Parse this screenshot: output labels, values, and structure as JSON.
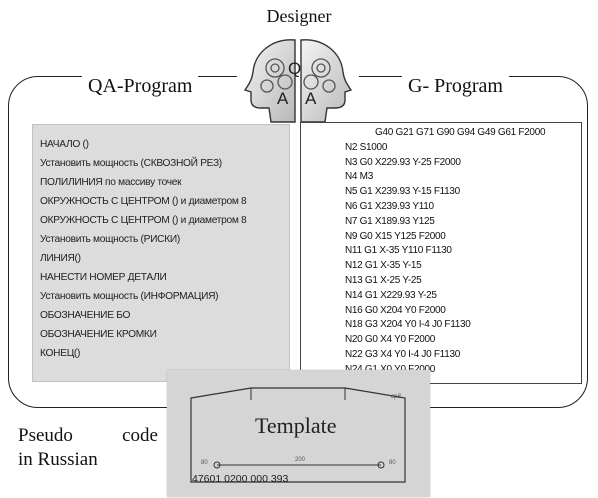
{
  "designer": {
    "title": "Designer",
    "head_letters": [
      "Q",
      "A",
      "A"
    ]
  },
  "qa_program": {
    "label": "QA-Program",
    "lines": [
      "НАЧАЛО ()",
      "Установить мощность (СКВОЗНОЙ РЕЗ)",
      "ПОЛИЛИНИЯ по массиву точек",
      "ОКРУЖНОСТЬ  С ЦЕНТРОМ () и диаметром 8",
      "ОКРУЖНОСТЬ  С ЦЕНТРОМ () и диаметром 8",
      "Установить мощность (РИСКИ)",
      "ЛИНИЯ()",
      "НАНЕСТИ НОМЕР ДЕТАЛИ",
      "Установить мощность (ИНФОРМАЦИЯ)",
      "ОБОЗНАЧЕНИЕ БО",
      "ОБОЗНАЧЕНИЕ  КРОМКИ",
      "КОНЕЦ()"
    ]
  },
  "g_program": {
    "label": "G- Program",
    "lines": [
      "G40 G21 G71 G90 G94 G49 G61 F2000",
      "N2 S1000",
      "N3 G0 X229.93 Y-25 F2000",
      "N4 M3",
      "N5 G1 X239.93 Y-15 F1130",
      "N6 G1 X239.93 Y110",
      "N7 G1 X189.93 Y125",
      "N9 G0 X15 Y125 F2000",
      "N11 G1 X-35 Y110 F1130",
      "N12 G1 X-35 Y-15",
      "N13 G1 X-25 Y-25",
      "N14 G1 X229.93 Y-25",
      "N16 G0 X204 Y0 F2000",
      "N18 G3 X204 Y0 I-4 J0 F1130",
      "N20 G0 X4 Y0 F2000",
      "N22 G3 X4 Y0 I-4 J0 F1130",
      "N24 G1 X0 Y0 F2000"
    ]
  },
  "template": {
    "title": "Template",
    "code": "47601 0200 000 393",
    "mark_left": "80",
    "mark_mid": "200",
    "mark_right": "80",
    "corner_mark": "cp8"
  },
  "caption": {
    "line1_word1": "Pseudo",
    "line1_word2": "code",
    "line2": "in Russian"
  }
}
